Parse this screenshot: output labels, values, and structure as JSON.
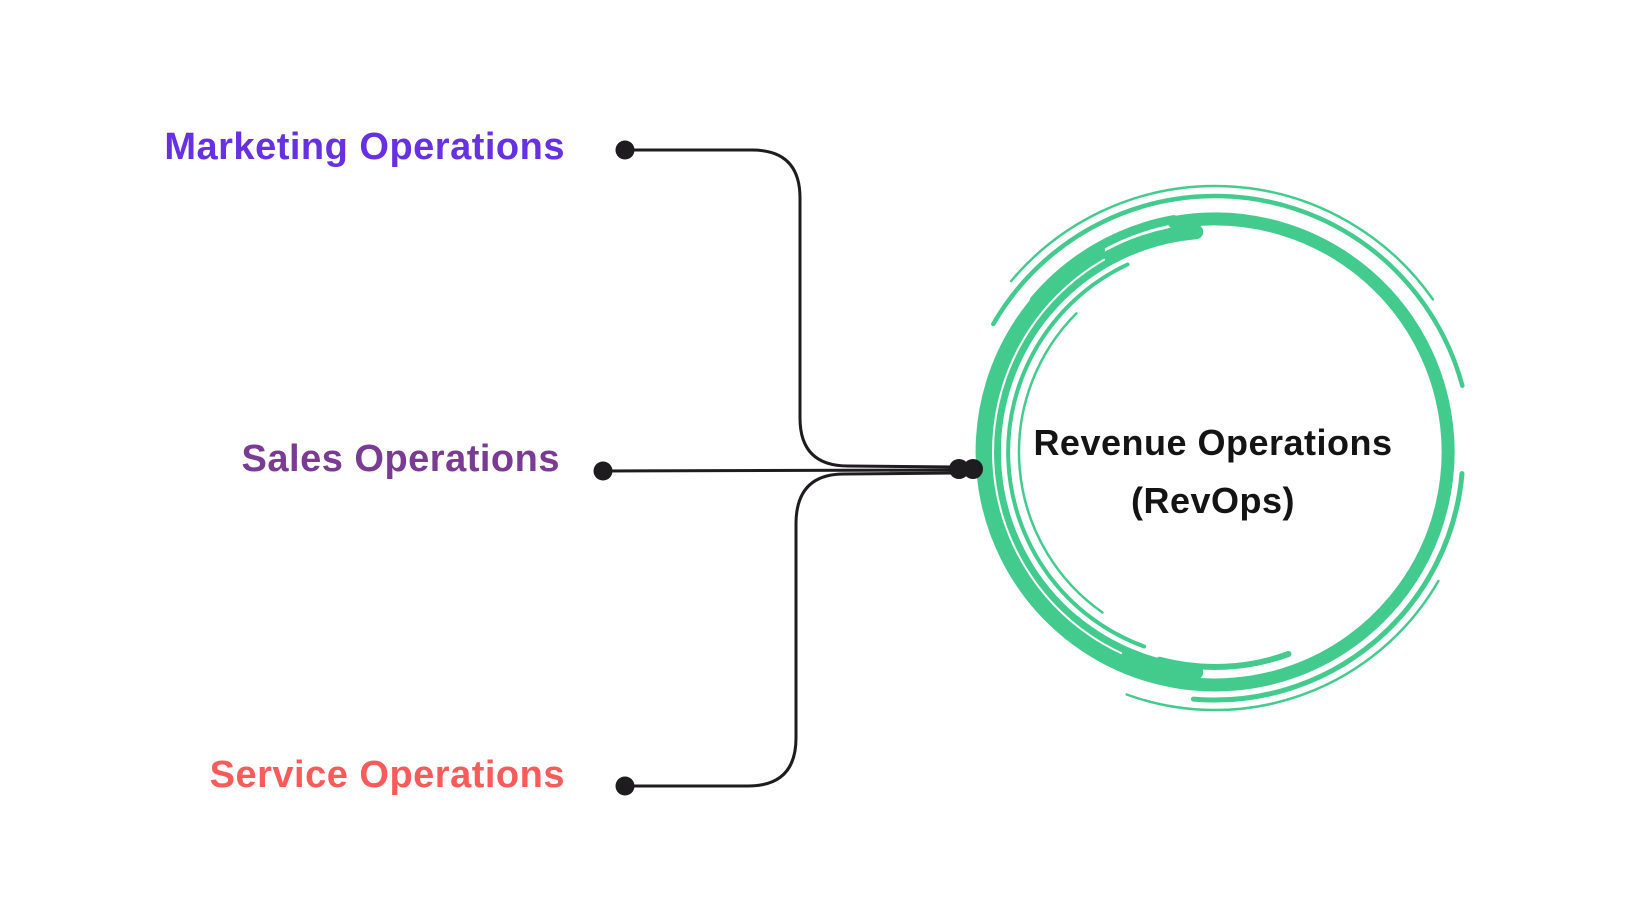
{
  "colors": {
    "background": "#ffffff",
    "connector": "#1e1c1e",
    "ring_green": "#43cb8e",
    "center_text": "#141414"
  },
  "sources": [
    {
      "id": "marketing",
      "label": "Marketing Operations",
      "color": "#6731e3"
    },
    {
      "id": "sales",
      "label": "Sales Operations",
      "color": "#7a3b93"
    },
    {
      "id": "service",
      "label": "Service Operations",
      "color": "#f95b5b"
    }
  ],
  "center": {
    "line1": "Revenue Operations",
    "line2": "(RevOps)"
  }
}
